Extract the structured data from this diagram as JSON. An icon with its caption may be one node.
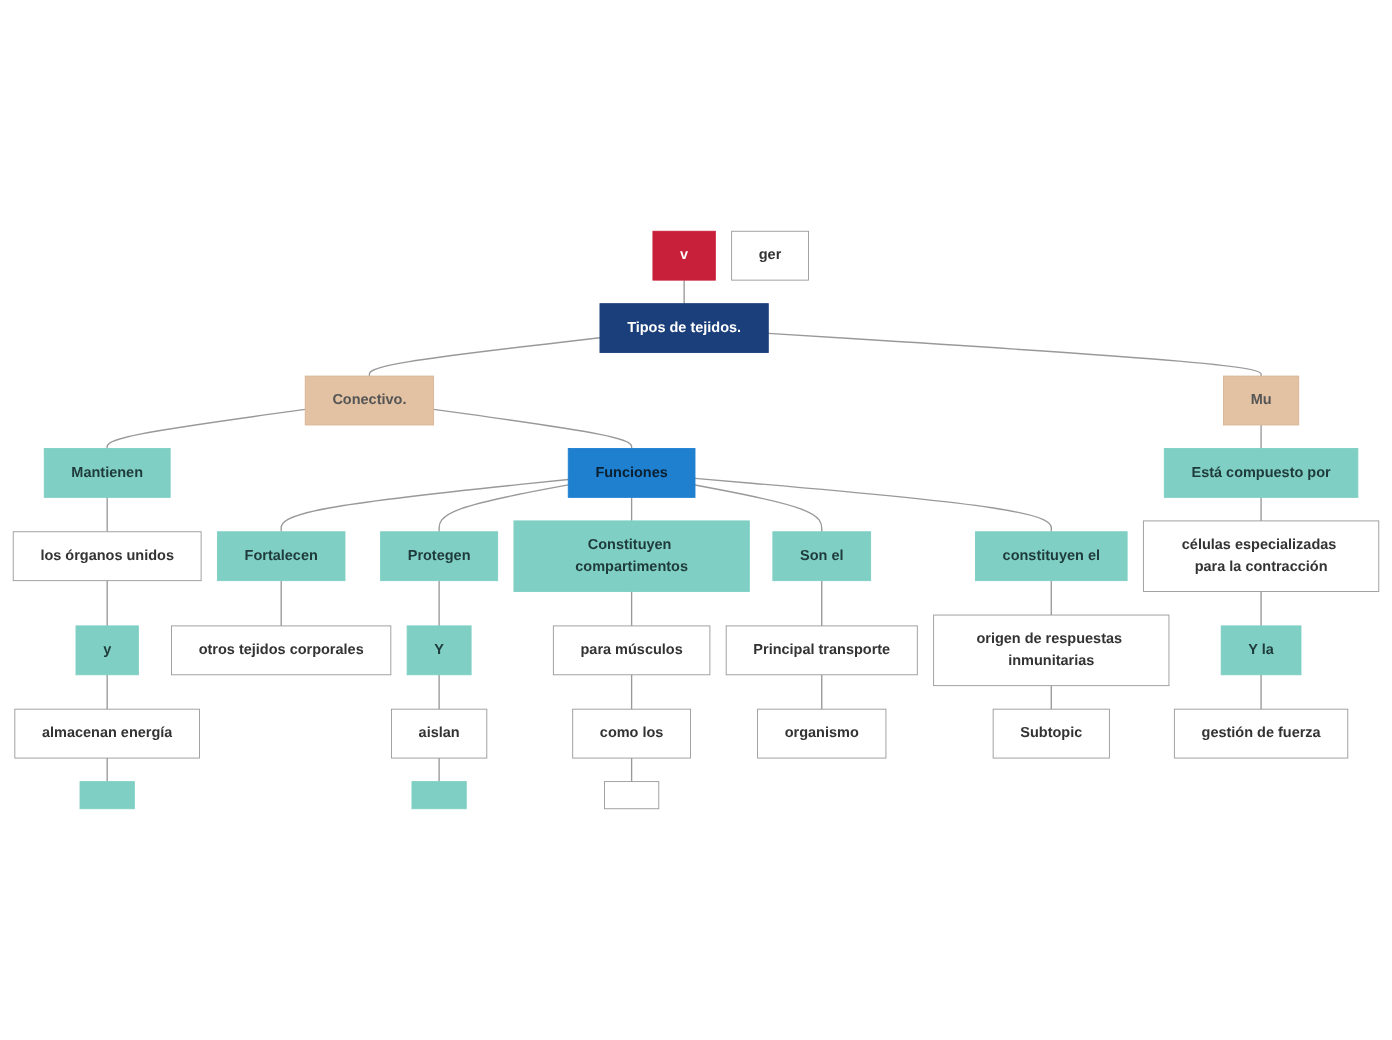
{
  "diagram": {
    "nodes": [
      {
        "text": [
          "v"
        ]
      },
      {
        "text": [
          "Tipos de tejidos."
        ]
      },
      {
        "text": [
          "Conectivo."
        ]
      },
      {
        "text": [
          "Mu"
        ]
      },
      {
        "text": [
          "Mantienen"
        ]
      },
      {
        "text": [
          "Funciones"
        ]
      },
      {
        "text": [
          "los órganos unidos"
        ]
      },
      {
        "text": [
          "y"
        ]
      },
      {
        "text": [
          "almacenan energía"
        ]
      },
      {
        "text": [],
        "shape": "box"
      },
      {
        "text": [
          "Fortalecen"
        ]
      },
      {
        "text": [
          "Protegen"
        ]
      },
      {
        "text": [
          "Constituyen compartimentos"
        ]
      },
      {
        "text": [
          "Son el"
        ]
      },
      {
        "text": [
          "constituyen el"
        ]
      },
      {
        "text": [
          "otros tejidos corporales"
        ]
      },
      {
        "text": [
          "Y"
        ]
      },
      {
        "text": [
          "aislan"
        ]
      },
      {
        "text": [],
        "shape": "box"
      },
      {
        "text": [
          "para músculos"
        ]
      },
      {
        "text": [
          "como los"
        ]
      },
      {
        "text": [],
        "shape": "box"
      },
      {
        "text": [
          "Principal transporte"
        ]
      },
      {
        "text": [
          "organismo"
        ]
      },
      {
        "text": [
          "origen de respuestas inmunitarias"
        ]
      },
      {
        "text": [
          "Subtopic"
        ]
      },
      {
        "text": [
          "Está compuesto por"
        ]
      },
      {
        "text": [
          "células especializadas para la contracción"
        ]
      },
      {
        "text": [
          "Y la"
        ]
      },
      {
        "text": [
          "gestión de fuerza"
        ]
      },
      {
        "text": [
          "ger"
        ]
      }
    ],
    "edges": [
      {
        "from": 0,
        "to": 1,
        "arrow": "none"
      },
      {
        "from": 1,
        "to": 2,
        "arrow": "none"
      },
      {
        "from": 1,
        "to": 3,
        "arrow": "none"
      },
      {
        "from": 2,
        "to": 4,
        "arrow": "none"
      },
      {
        "from": 2,
        "to": 5,
        "arrow": "none"
      },
      {
        "from": 4,
        "to": 6,
        "arrow": "none"
      },
      {
        "from": 6,
        "to": 7,
        "arrow": "none"
      },
      {
        "from": 7,
        "to": 8,
        "arrow": "none"
      },
      {
        "from": 8,
        "to": 9,
        "arrow": "none"
      },
      {
        "from": 5,
        "to": 10,
        "arrow": "none"
      },
      {
        "from": 5,
        "to": 11,
        "arrow": "none"
      },
      {
        "from": 5,
        "to": 12,
        "arrow": "none"
      },
      {
        "from": 5,
        "to": 13,
        "arrow": "none"
      },
      {
        "from": 5,
        "to": 14,
        "arrow": "none"
      },
      {
        "from": 10,
        "to": 15,
        "arrow": "none"
      },
      {
        "from": 11,
        "to": 16,
        "arrow": "none"
      },
      {
        "from": 16,
        "to": 17,
        "arrow": "none"
      },
      {
        "from": 17,
        "to": 18,
        "arrow": "none"
      },
      {
        "from": 12,
        "to": 19,
        "arrow": "none"
      },
      {
        "from": 19,
        "to": 20,
        "arrow": "none"
      },
      {
        "from": 20,
        "to": 21,
        "arrow": "none"
      },
      {
        "from": 13,
        "to": 22,
        "arrow": "none"
      },
      {
        "from": 22,
        "to": 23,
        "arrow": "none"
      },
      {
        "from": 14,
        "to": 24,
        "arrow": "none"
      },
      {
        "from": 24,
        "to": 25,
        "arrow": "none"
      },
      {
        "from": 3,
        "to": 26,
        "arrow": "none"
      },
      {
        "from": 26,
        "to": 27,
        "arrow": "none"
      },
      {
        "from": 27,
        "to": 28,
        "arrow": "none"
      },
      {
        "from": 28,
        "to": 29,
        "arrow": "none"
      }
    ]
  }
}
